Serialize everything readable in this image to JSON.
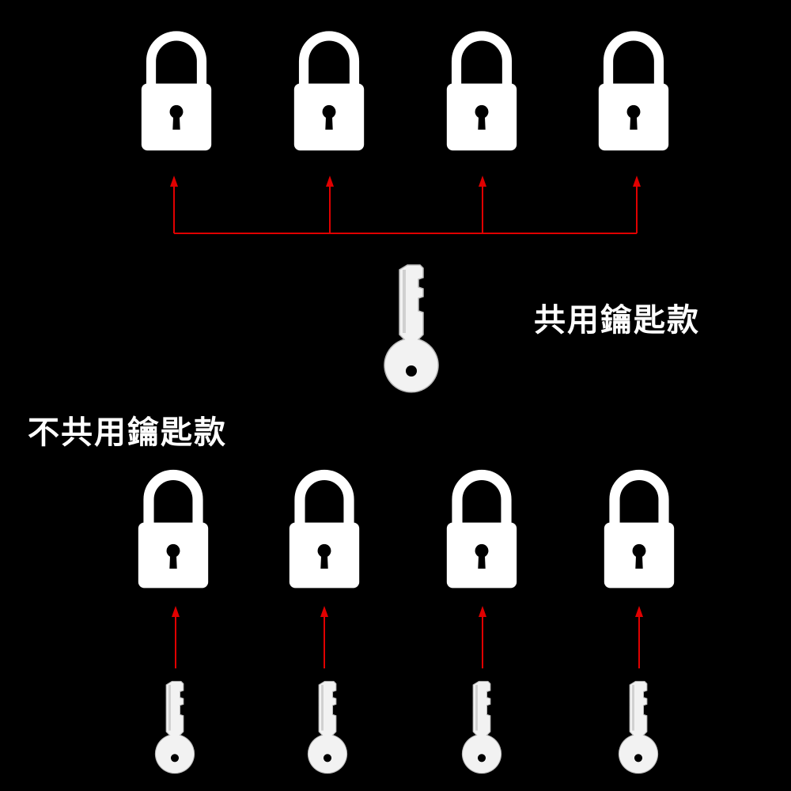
{
  "labels": {
    "shared_key": "共用鑰匙款",
    "separate_keys": "不共用鑰匙款"
  },
  "colors": {
    "background": "#000000",
    "icon": "#ffffff",
    "arrow": "#e00000"
  },
  "icons": {
    "lock_open": "padlock-open-icon",
    "lock_closed": "padlock-closed-icon",
    "key": "key-icon"
  },
  "counts": {
    "shared_locks": 4,
    "separate_locks": 4,
    "separate_keys": 4
  }
}
